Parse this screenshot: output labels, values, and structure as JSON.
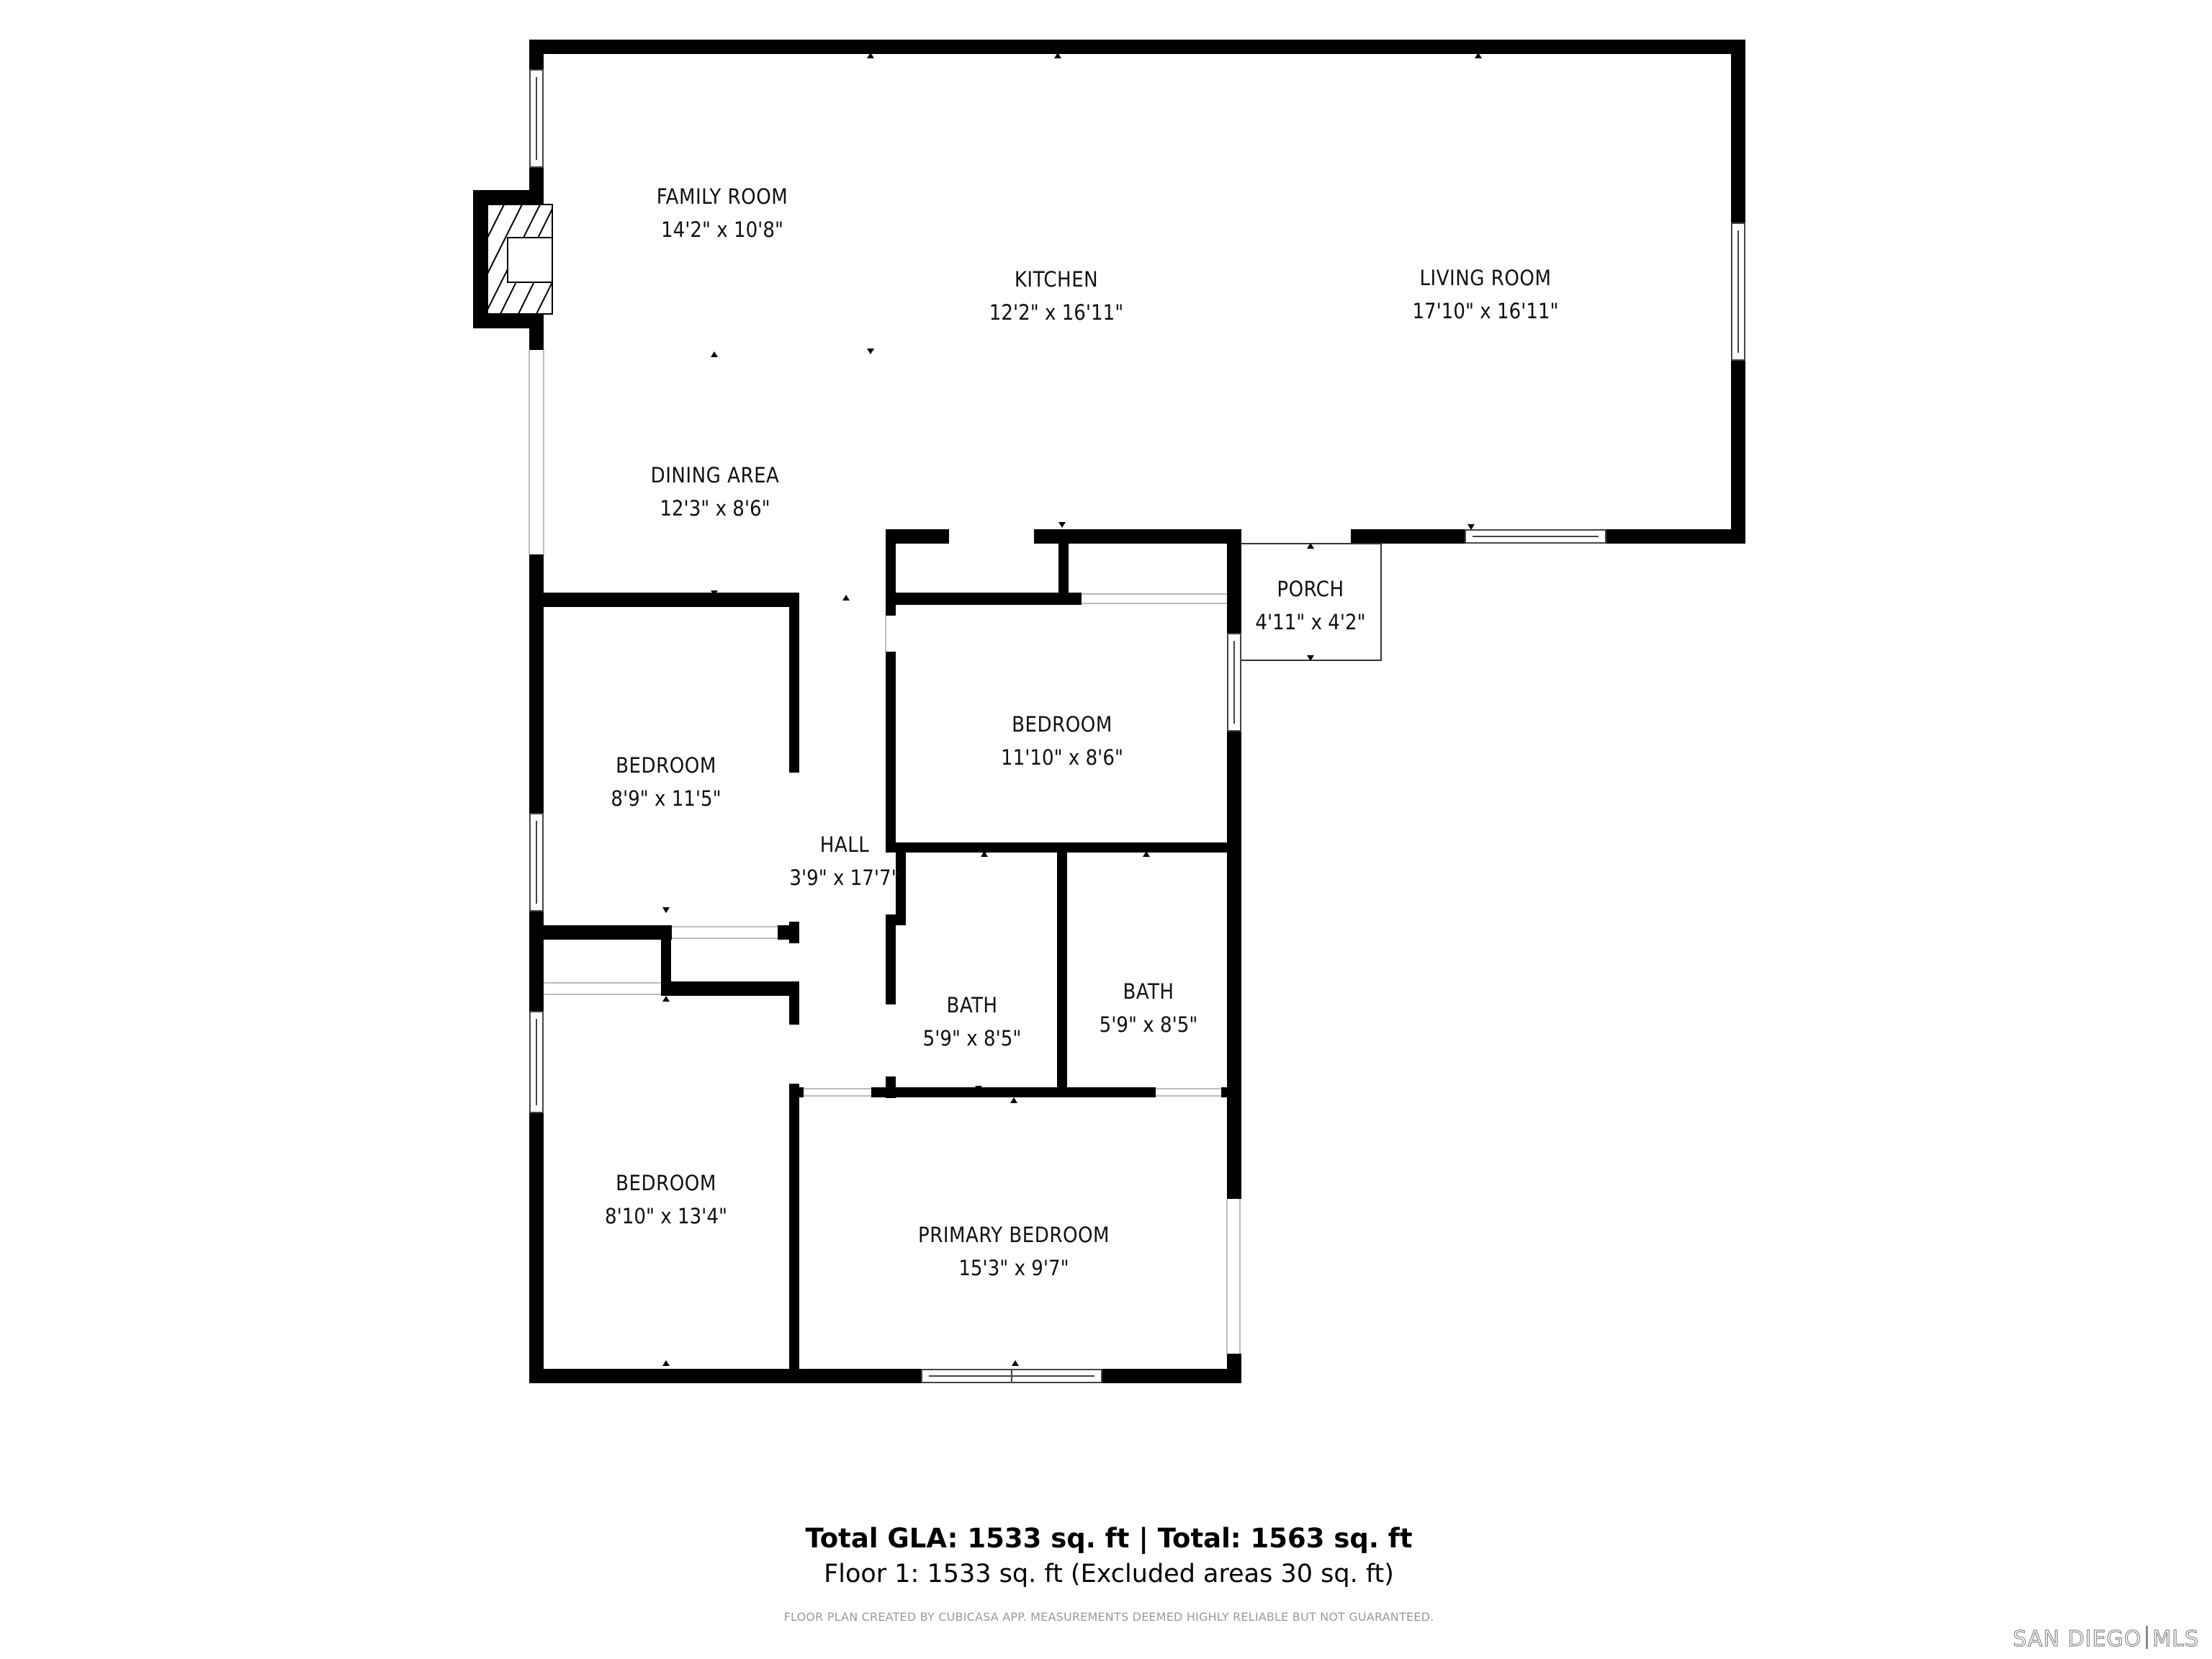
{
  "floor_plan": {
    "rooms": [
      {
        "id": "family-room",
        "name": "FAMILY ROOM",
        "dimensions": "14'2\" x 10'8\""
      },
      {
        "id": "kitchen",
        "name": "KITCHEN",
        "dimensions": "12'2\" x 16'11\""
      },
      {
        "id": "living-room",
        "name": "LIVING ROOM",
        "dimensions": "17'10\" x 16'11\""
      },
      {
        "id": "dining-area",
        "name": "DINING AREA",
        "dimensions": "12'3\" x 8'6\""
      },
      {
        "id": "porch",
        "name": "PORCH",
        "dimensions": "4'11\" x 4'2\""
      },
      {
        "id": "bedroom-1",
        "name": "BEDROOM",
        "dimensions": "8'9\" x 11'5\""
      },
      {
        "id": "bedroom-2",
        "name": "BEDROOM",
        "dimensions": "11'10\" x 8'6\""
      },
      {
        "id": "hall",
        "name": "HALL",
        "dimensions": "3'9\" x 17'7\""
      },
      {
        "id": "bath-1",
        "name": "BATH",
        "dimensions": "5'9\" x 8'5\""
      },
      {
        "id": "bath-2",
        "name": "BATH",
        "dimensions": "5'9\" x 8'5\""
      },
      {
        "id": "bedroom-3",
        "name": "BEDROOM",
        "dimensions": "8'10\" x 13'4\""
      },
      {
        "id": "primary-bedroom",
        "name": "PRIMARY BEDROOM",
        "dimensions": "15'3\" x 9'7\""
      }
    ]
  },
  "summary": {
    "totals_line": "Total GLA: 1533 sq. ft | Total: 1563 sq. ft",
    "floor_line": "Floor 1: 1533 sq. ft (Excluded areas 30 sq. ft)"
  },
  "disclaimer": "FLOOR PLAN CREATED BY CUBICASA APP. MEASUREMENTS DEEMED HIGHLY RELIABLE BUT NOT GUARANTEED.",
  "logo": {
    "left": "SAN DIEGO",
    "right": "MLS"
  },
  "colors": {
    "wall": "#000000",
    "background": "#ffffff",
    "window_line": "#555555",
    "disclaimer": "#9a9a9a"
  }
}
